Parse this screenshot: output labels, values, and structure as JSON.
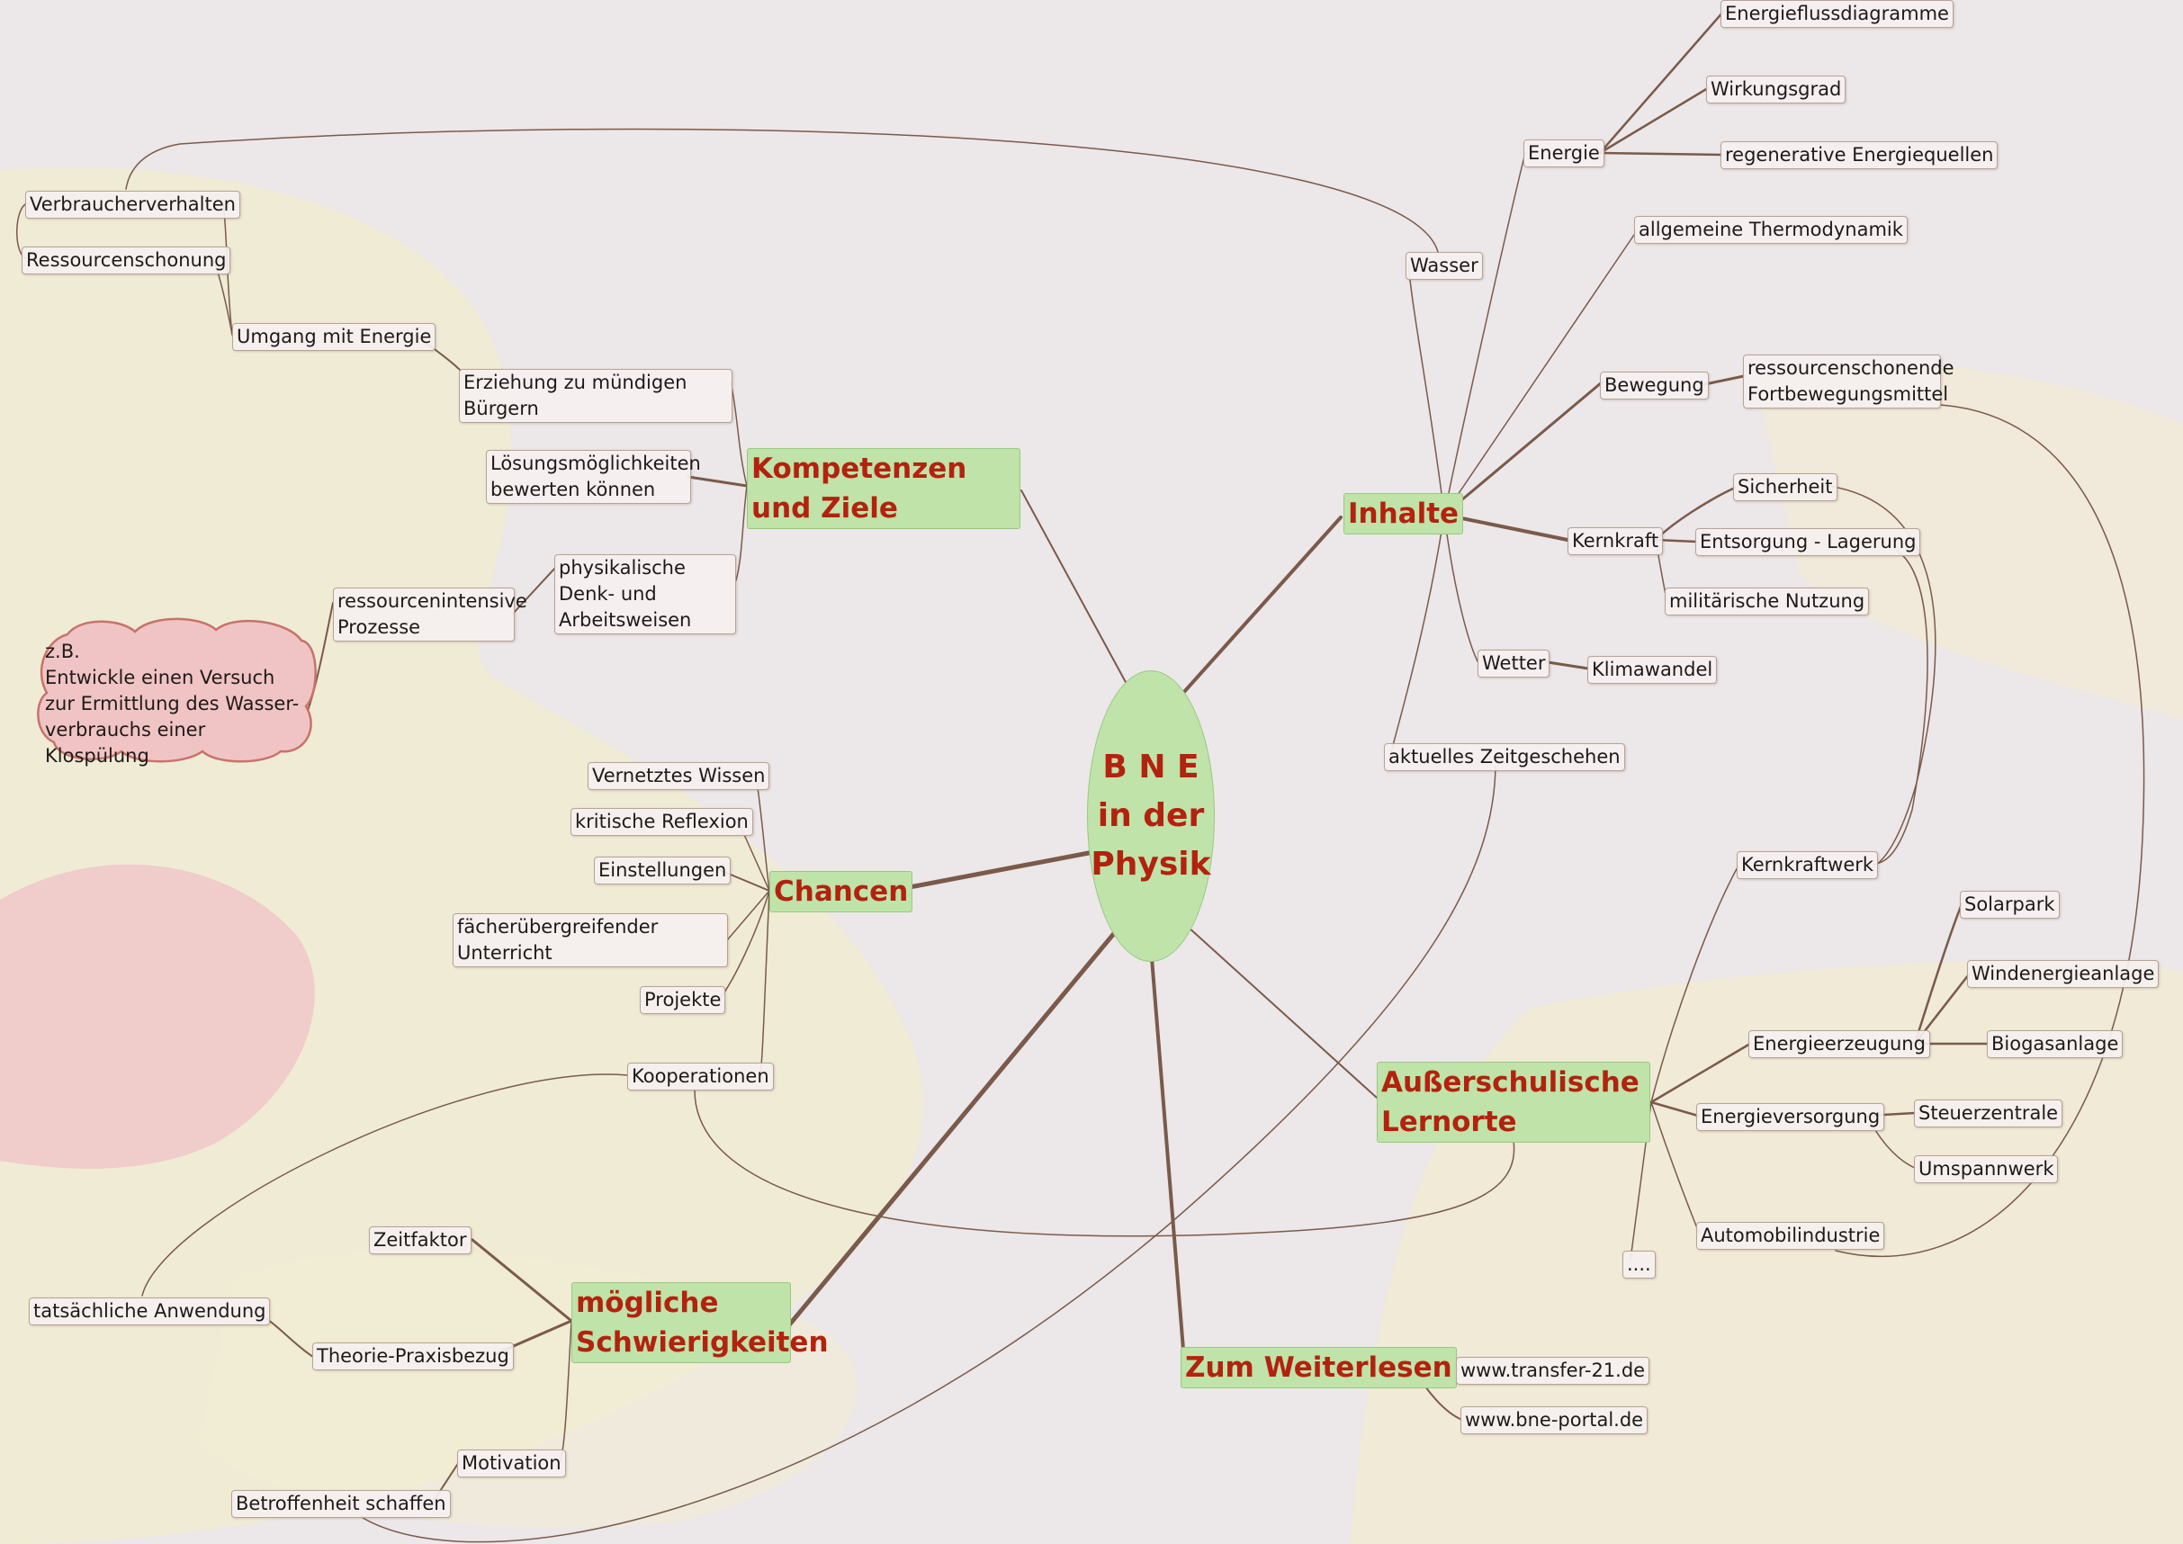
{
  "center": {
    "line1": "B N E",
    "line2": "in der",
    "line3": "Physik"
  },
  "main_topics": {
    "kompetenzen": "Kompetenzen und Ziele",
    "chancen": "Chancen",
    "schwierigkeiten": "mögliche Schwierigkeiten",
    "inhalte": "Inhalte",
    "lernorte": "Außerschulische Lernorte",
    "weiterlesen": "Zum Weiterlesen"
  },
  "kompetenzen": {
    "erziehung": "Erziehung zu mündigen Bürgern",
    "loesung": "Lösungsmöglichkeiten bewerten können",
    "denk": "physikalische Denk- und Arbeitsweisen",
    "umgang": "Umgang mit Energie",
    "verbraucher": "Verbraucherverhalten",
    "ressourcen": "Ressourcenschonung",
    "prozesse": "ressourcenintensive Prozesse"
  },
  "cloud": {
    "line1": "z.B.",
    "line2": "Entwickle einen Versuch",
    "line3": "zur Ermittlung des Wasser-",
    "line4": "verbrauchs einer Klospülung"
  },
  "chancen": {
    "wissen": "Vernetztes Wissen",
    "reflexion": "kritische Reflexion",
    "einstellungen": "Einstellungen",
    "faecher": "fächerübergreifender Unterricht",
    "projekte": "Projekte",
    "kooperationen": "Kooperationen"
  },
  "schwierigkeiten": {
    "zeitfaktor": "Zeitfaktor",
    "theorie": "Theorie-Praxisbezug",
    "anwendung": "tatsächliche Anwendung",
    "motivation": "Motivation",
    "betroffenheit": "Betroffenheit schaffen"
  },
  "inhalte": {
    "energie": "Energie",
    "energiefluss": "Energieflussdiagramme",
    "wirkungsgrad": "Wirkungsgrad",
    "regenerativ": "regenerative Energiequellen",
    "thermo": "allgemeine Thermodynamik",
    "wasser": "Wasser",
    "bewegung": "Bewegung",
    "fortbewegung": "ressourcenschonende Fortbewegungsmittel",
    "kernkraft": "Kernkraft",
    "sicherheit": "Sicherheit",
    "entsorgung": "Entsorgung - Lagerung",
    "militaer": "militärische Nutzung",
    "wetter": "Wetter",
    "klimawandel": "Klimawandel",
    "zeitgeschehen": "aktuelles Zeitgeschehen"
  },
  "lernorte": {
    "kernkraftwerk": "Kernkraftwerk",
    "energieerzeugung": "Energieerzeugung",
    "solarpark": "Solarpark",
    "wind": "Windenergieanlage",
    "biogas": "Biogasanlage",
    "energieversorgung": "Energieversorgung",
    "steuer": "Steuerzentrale",
    "umspann": "Umspannwerk",
    "automobil": "Automobilindustrie",
    "dots": "...."
  },
  "weiterlesen": {
    "transfer": "www.transfer-21.de",
    "bne": "www.bne-portal.de"
  },
  "colors": {
    "accent": "#b3220e",
    "main_fill": "#bfe3a8",
    "link": "#7a5a4a",
    "cloud_fill": "#f0c4c4"
  }
}
